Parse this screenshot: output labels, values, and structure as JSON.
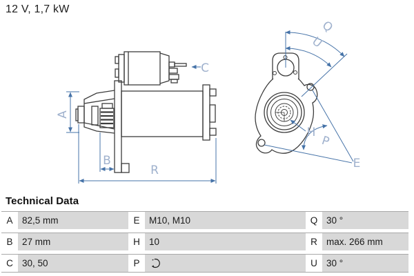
{
  "title": "12 V, 1,7 kW",
  "technical_data": {
    "heading": "Technical Data",
    "rows": [
      [
        {
          "key": "A",
          "value": "82,5 mm"
        },
        {
          "key": "E",
          "value": "M10, M10"
        },
        {
          "key": "Q",
          "value": "30 °"
        }
      ],
      [
        {
          "key": "B",
          "value": "27 mm"
        },
        {
          "key": "H",
          "value": "10"
        },
        {
          "key": "R",
          "value": "max. 266 mm"
        }
      ],
      [
        {
          "key": "C",
          "value": "30, 50"
        },
        {
          "key": "P",
          "value": "",
          "icon": "rotation-direction-icon"
        },
        {
          "key": "U",
          "value": "30 °"
        }
      ]
    ]
  },
  "diagram": {
    "side_view": {
      "labels": {
        "A": "A",
        "B": "B",
        "C": "C",
        "R": "R"
      }
    },
    "front_view": {
      "labels": {
        "Q": "Q",
        "U": "U",
        "H": "H",
        "P": "P",
        "E": "E"
      }
    }
  },
  "colors": {
    "dimension_blue": "#4673a8",
    "label_blue": "#9fb1cd",
    "outline_gray": "#3c3c3c",
    "row_gray": "#d8d8d8"
  }
}
